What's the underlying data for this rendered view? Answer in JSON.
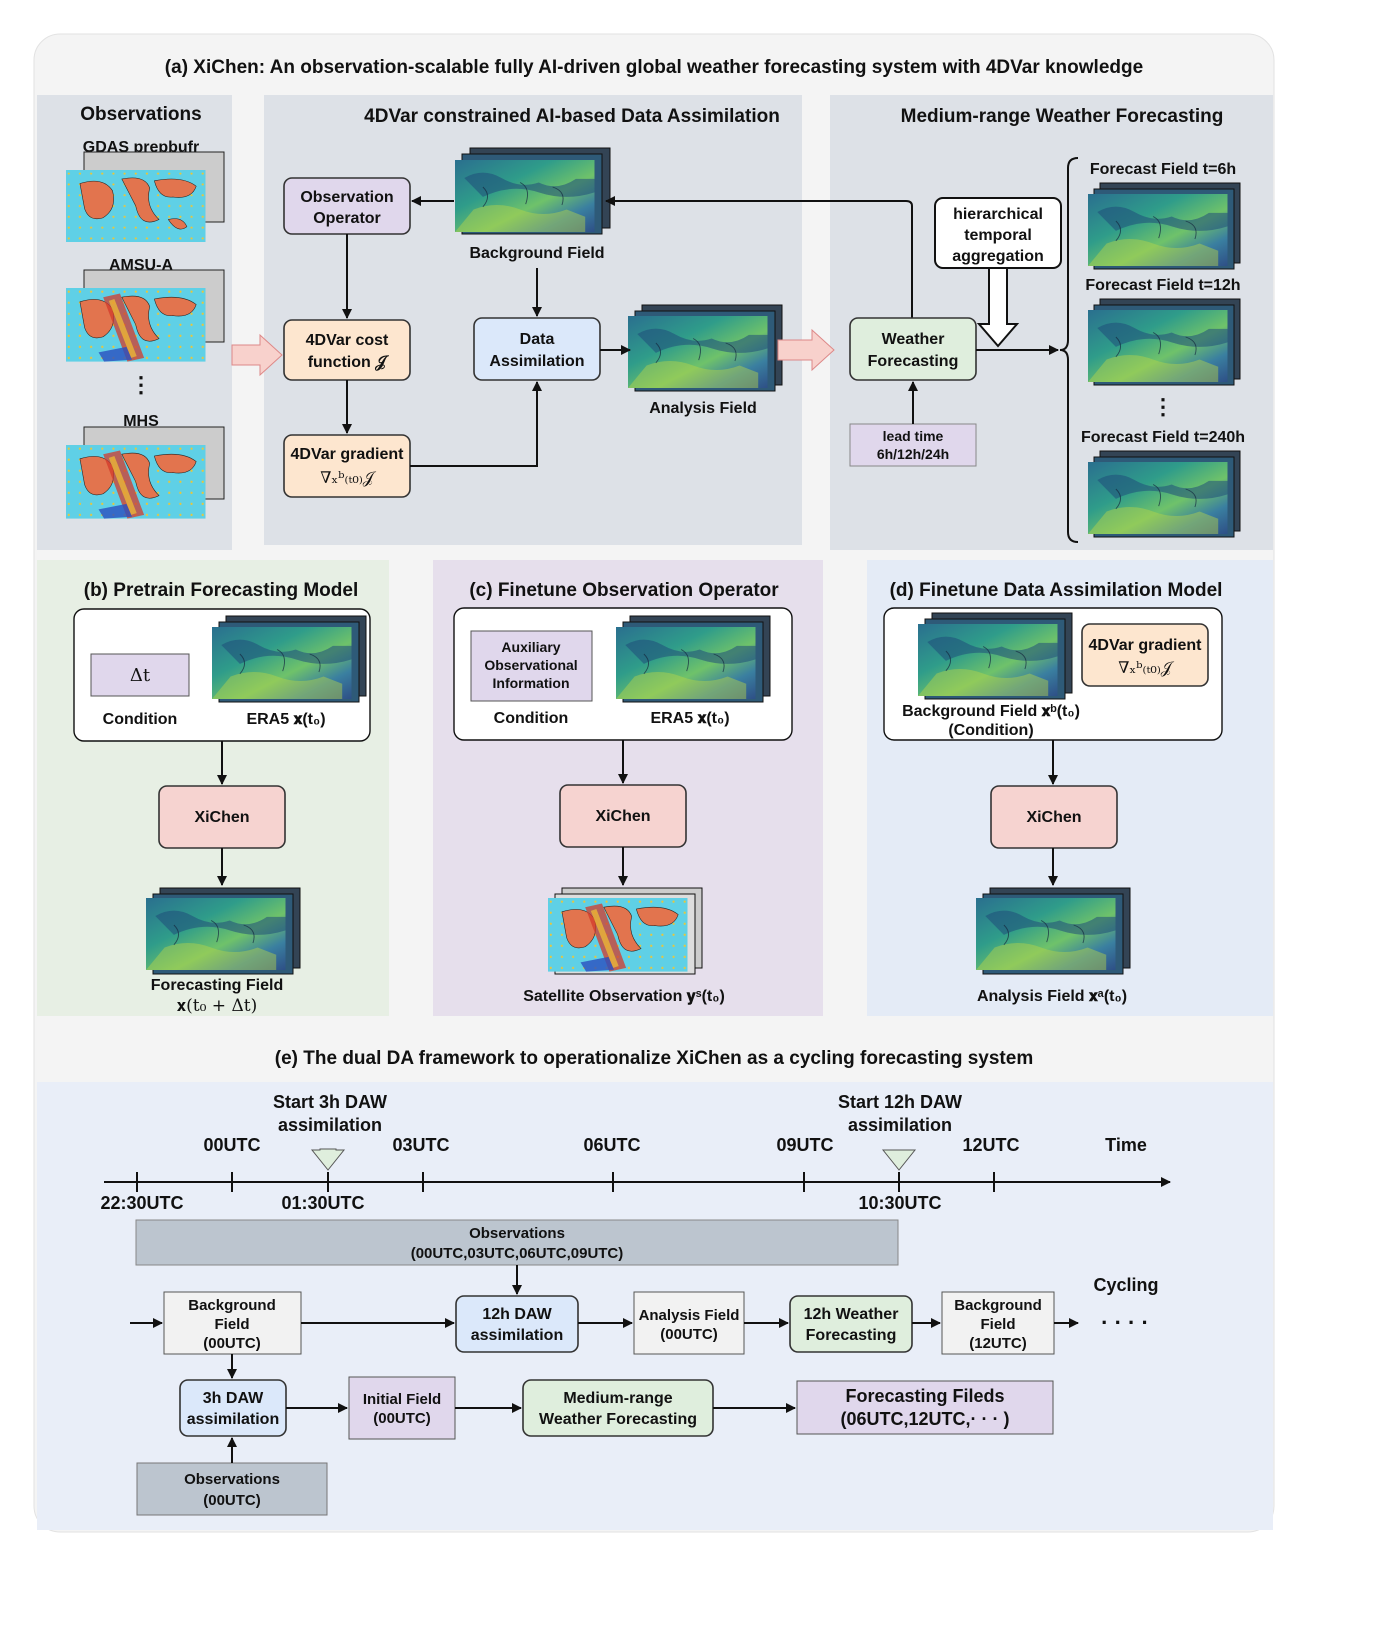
{
  "figure": {
    "title_a": "(a) XiChen: An observation-scalable fully AI-driven global weather forecasting system with 4DVar knowledge",
    "title_e": "(e) The dual DA framework to operationalize XiChen as a cycling forecasting system"
  },
  "panel_a": {
    "observations": {
      "title": "Observations",
      "items": [
        "GDAS prepbufr",
        "AMSU-A",
        "MHS"
      ],
      "ellipsis": "⋮"
    },
    "da": {
      "title": "4DVar constrained AI-based Data Assimilation",
      "obs_operator": [
        "Observation",
        "Operator"
      ],
      "cost_function": [
        "4DVar cost",
        "function 𝒥"
      ],
      "gradient": [
        "4DVar gradient",
        "∇ₓᵇ₍ₜ₀₎𝒥"
      ],
      "data_assimilation": [
        "Data",
        "Assimilation"
      ],
      "background_field": "Background Field",
      "analysis_field": "Analysis Field"
    },
    "forecast": {
      "title": "Medium-range Weather Forecasting",
      "weather_forecasting": [
        "Weather",
        "Forecasting"
      ],
      "hierarchical": [
        "hierarchical",
        "temporal",
        "aggregation"
      ],
      "lead_time": [
        "lead time",
        "6h/12h/24h"
      ],
      "fields": [
        "Forecast Field t=6h",
        "Forecast Field t=12h",
        "Forecast Field t=240h"
      ],
      "ellipsis": "⋮"
    }
  },
  "panel_b": {
    "title": "(b) Pretrain Forecasting Model",
    "delta": "Δt",
    "condition": "Condition",
    "era5": "ERA5 𝐱(t₀)",
    "model": "XiChen",
    "output": [
      "Forecasting Field",
      "𝐱(t₀ + Δt)"
    ]
  },
  "panel_c": {
    "title": "(c) Finetune Observation Operator",
    "aux": [
      "Auxiliary",
      "Observational",
      "Information"
    ],
    "condition": "Condition",
    "era5": "ERA5 𝐱(t₀)",
    "model": "XiChen",
    "output": "Satellite Observation 𝐲ˢ(t₀)"
  },
  "panel_d": {
    "title": "(d) Finetune Data Assimilation Model",
    "gradient": [
      "4DVar gradient",
      "∇ₓᵇ₍ₜ₀₎𝒥"
    ],
    "background": [
      "Background Field 𝐱ᵇ(t₀)",
      "(Condition)"
    ],
    "model": "XiChen",
    "output": "Analysis Field 𝐱ᵃ(t₀)"
  },
  "panel_e": {
    "timeline_ticks": [
      "00UTC",
      "03UTC",
      "06UTC",
      "09UTC",
      "12UTC"
    ],
    "time_label": "Time",
    "start_3h": [
      "Start 3h DAW",
      "assimilation"
    ],
    "start_12h": [
      "Start 12h DAW",
      "assimilation"
    ],
    "below_ticks": [
      "22:30UTC",
      "01:30UTC",
      "10:30UTC"
    ],
    "observations_bar": [
      "Observations",
      "(00UTC,03UTC,06UTC,09UTC)"
    ],
    "background_00": [
      "Background",
      "Field",
      "(00UTC)"
    ],
    "assim_12h": [
      "12h DAW",
      "assimilation"
    ],
    "analysis_00": [
      "Analysis Field",
      "(00UTC)"
    ],
    "weather_12h": [
      "12h Weather",
      "Forecasting"
    ],
    "background_12": [
      "Background",
      "Field",
      "(12UTC)"
    ],
    "cycling": "Cycling",
    "dots": "· · · ·",
    "assim_3h": [
      "3h DAW",
      "assimilation"
    ],
    "initial_field": [
      "Initial Field",
      "(00UTC)"
    ],
    "medium_range": [
      "Medium-range",
      "Weather Forecasting"
    ],
    "forecasting_fields": [
      "Forecasting Fileds",
      "(06UTC,12UTC,· · · )"
    ],
    "observations_00": [
      "Observations",
      "(00UTC)"
    ]
  },
  "colors": {
    "grey_panel": "#dde1e7",
    "green_panel": "#e7efe4",
    "purple_panel": "#e6dfec",
    "blue_panel": "#e4ebf6",
    "timeline_bg": "#e9eef8",
    "purple_box": "#e0d7ec",
    "peach_box": "#fde6cf",
    "blue_box": "#dbe8fa",
    "green_box": "#dfeedd",
    "red_box": "#f6d3d0",
    "grey_box": "#f2f2f2",
    "obs_bar": "#bcc5cf"
  }
}
